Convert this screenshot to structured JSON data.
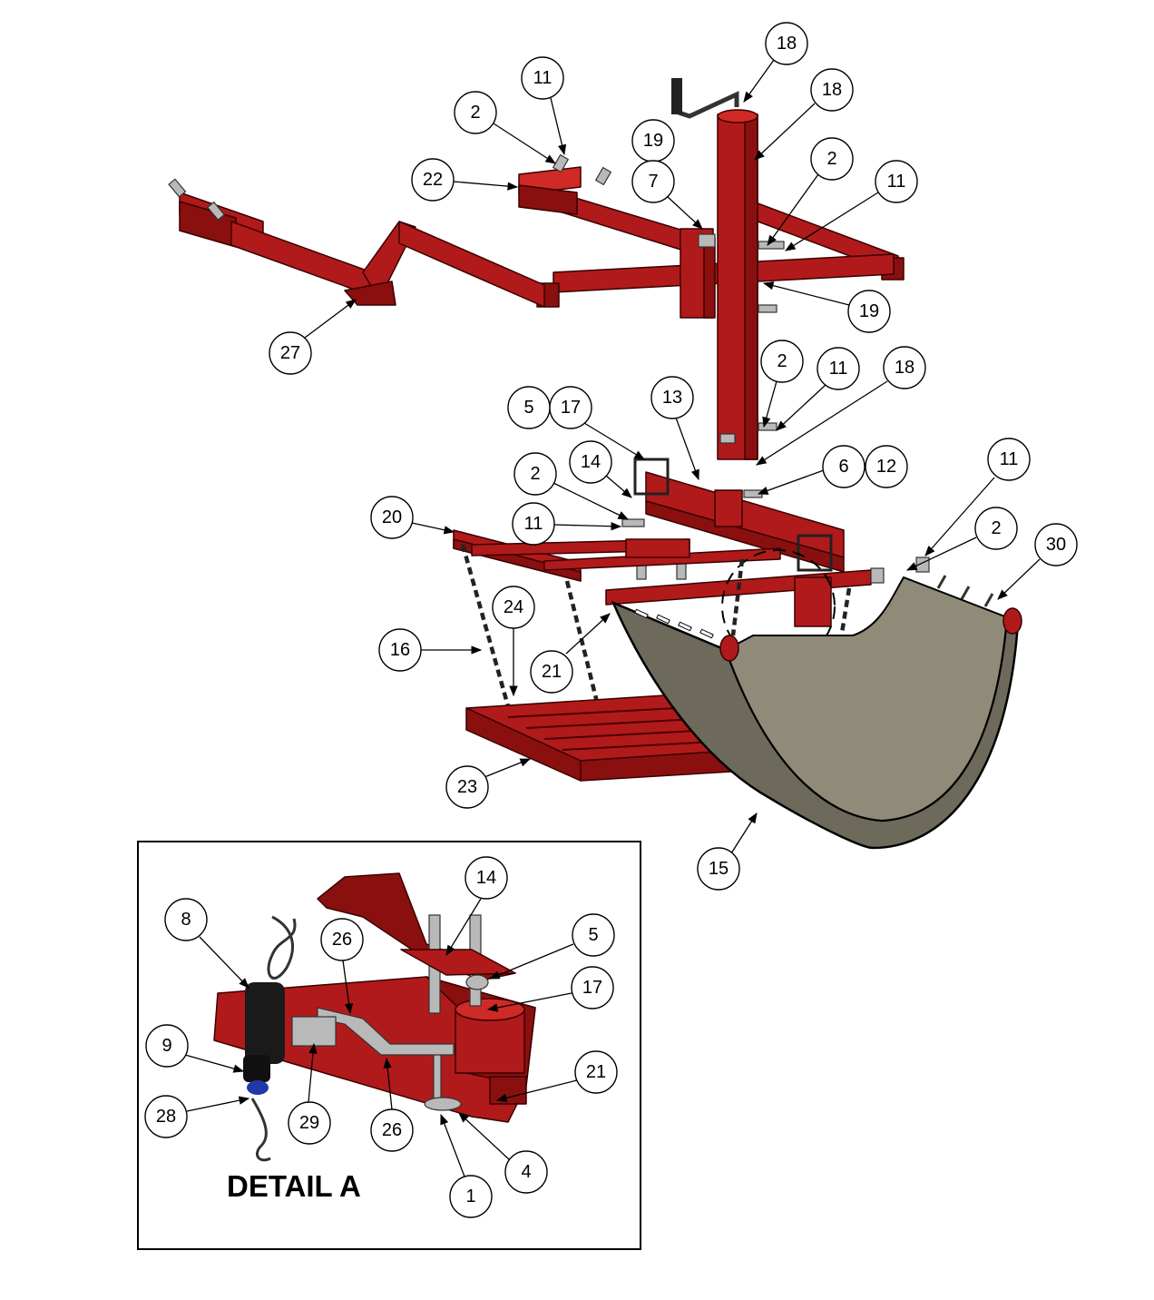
{
  "detail_title": "DETAIL  A",
  "callouts_main": [
    {
      "id": "c18a",
      "label": "18"
    },
    {
      "id": "c18b",
      "label": "18"
    },
    {
      "id": "c19a",
      "label": "19"
    },
    {
      "id": "c7",
      "label": "7"
    },
    {
      "id": "c11a",
      "label": "11"
    },
    {
      "id": "c2a",
      "label": "2"
    },
    {
      "id": "c22",
      "label": "22"
    },
    {
      "id": "c2b",
      "label": "2"
    },
    {
      "id": "c11b",
      "label": "11"
    },
    {
      "id": "c19b",
      "label": "19"
    },
    {
      "id": "c27",
      "label": "27"
    },
    {
      "id": "c2c",
      "label": "2"
    },
    {
      "id": "c11c",
      "label": "11"
    },
    {
      "id": "c18c",
      "label": "18"
    },
    {
      "id": "c13",
      "label": "13"
    },
    {
      "id": "c5a",
      "label": "5"
    },
    {
      "id": "c17a",
      "label": "17"
    },
    {
      "id": "c14a",
      "label": "14"
    },
    {
      "id": "c2d",
      "label": "2"
    },
    {
      "id": "c6",
      "label": "6"
    },
    {
      "id": "c12",
      "label": "12"
    },
    {
      "id": "c11d",
      "label": "11"
    },
    {
      "id": "c20",
      "label": "20"
    },
    {
      "id": "c11e",
      "label": "11"
    },
    {
      "id": "c2e",
      "label": "2"
    },
    {
      "id": "c30",
      "label": "30"
    },
    {
      "id": "c24",
      "label": "24"
    },
    {
      "id": "c16",
      "label": "16"
    },
    {
      "id": "c21a",
      "label": "21"
    },
    {
      "id": "c23",
      "label": "23"
    },
    {
      "id": "c15",
      "label": "15"
    }
  ],
  "callouts_detail": [
    {
      "id": "d14",
      "label": "14"
    },
    {
      "id": "d8",
      "label": "8"
    },
    {
      "id": "d26a",
      "label": "26"
    },
    {
      "id": "d5",
      "label": "5"
    },
    {
      "id": "d17",
      "label": "17"
    },
    {
      "id": "d9",
      "label": "9"
    },
    {
      "id": "d21",
      "label": "21"
    },
    {
      "id": "d28",
      "label": "28"
    },
    {
      "id": "d29",
      "label": "29"
    },
    {
      "id": "d26b",
      "label": "26"
    },
    {
      "id": "d4",
      "label": "4"
    },
    {
      "id": "d1",
      "label": "1"
    }
  ]
}
